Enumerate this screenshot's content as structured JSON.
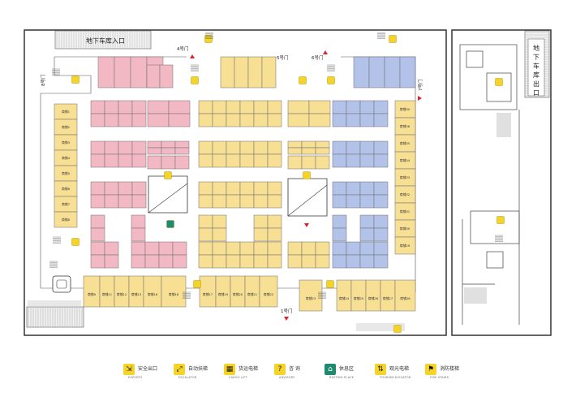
{
  "labels": {
    "garage_entrance": "地下车库入口",
    "garage_exit": "地下车库出口",
    "gate_1": "1号门",
    "gate_4": "4号门",
    "gate_5": "5号门",
    "gate_6": "6号门",
    "gate_7": "7号门",
    "gate_8": "8号门"
  },
  "left_column_shops": [
    "商铺1",
    "商铺2",
    "商铺3",
    "商铺4",
    "商铺5",
    "商铺6",
    "商铺7",
    "商铺8"
  ],
  "right_column_shops": [
    "商铺30",
    "商铺36",
    "商铺35",
    "商铺34",
    "商铺33",
    "商铺32",
    "商铺31",
    "商铺30",
    "商铺29"
  ],
  "bottom_row_shops": [
    "商铺9",
    "商铺11",
    "商铺12",
    "商铺13",
    "商铺16",
    "商铺18",
    "商铺17",
    "商铺19",
    "商铺20",
    "商铺21",
    "商铺22",
    "商铺23",
    "商铺24",
    "商铺25",
    "商铺26",
    "商铺27",
    "商铺28"
  ],
  "legend": [
    {
      "cn": "安全出口",
      "en": "EXPORTS",
      "icon": "exit-icon",
      "color": "#f5d328",
      "glyph": "⇲"
    },
    {
      "cn": "自动扶梯",
      "en": "ESCALATOR",
      "icon": "escalator-icon",
      "color": "#f5d328",
      "glyph": "⤢"
    },
    {
      "cn": "货运电梯",
      "en": "CARGO LIFT",
      "icon": "cargo-lift-icon",
      "color": "#f5d328",
      "glyph": "▦"
    },
    {
      "cn": "咨 询",
      "en": "ADVISORY",
      "icon": "advisory-icon",
      "color": "#f5d328",
      "glyph": "?"
    },
    {
      "cn": "休息区",
      "en": "RESTING PLACE",
      "icon": "rest-area-icon",
      "color": "#1f8a6e",
      "glyph": "⌂"
    },
    {
      "cn": "观光电梯",
      "en": "TOURISM ELEVATOR",
      "icon": "elevator-icon",
      "color": "#f5d328",
      "glyph": "⇅"
    },
    {
      "cn": "消防楼梯",
      "en": "FIRE STAIRS",
      "icon": "fire-stairs-icon",
      "color": "#f5d328",
      "glyph": "⚑"
    }
  ],
  "colors": {
    "pink": "#f2b8c4",
    "yellow": "#f7df94",
    "blue": "#b3c2e8",
    "outline": "#333333"
  }
}
